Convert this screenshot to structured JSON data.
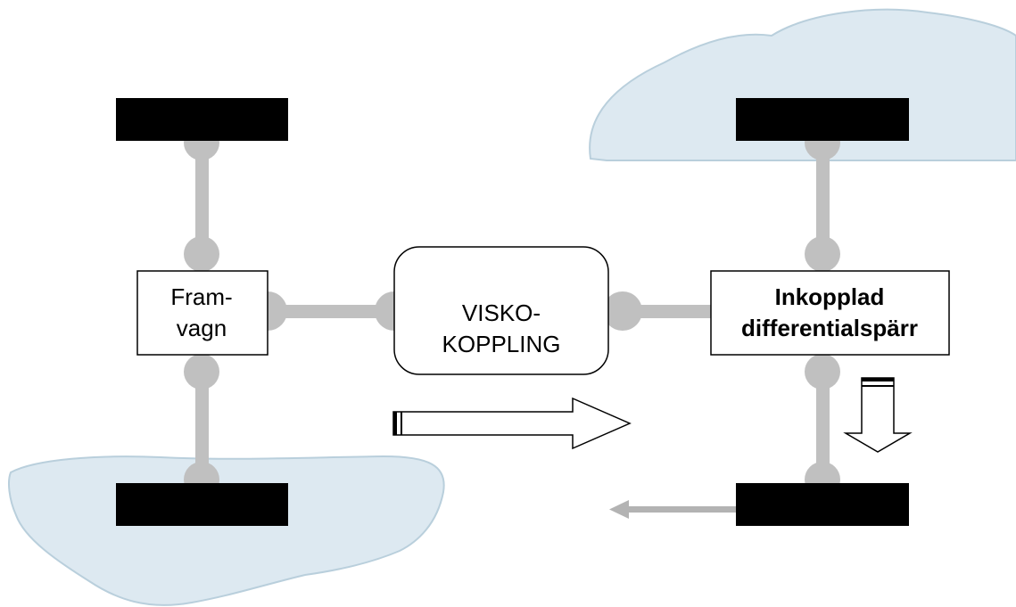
{
  "diagram": {
    "front_box": {
      "line1": "Fram-",
      "line2": "vagn"
    },
    "visco_box": {
      "line1": "VISKO-",
      "line2": "KOPPLING"
    },
    "rear_box": {
      "line1": "Inkopplad",
      "line2": "differentialspärr"
    }
  },
  "colors": {
    "shaft": "#c0c0c0",
    "ice": "#dde9f1",
    "ice_edge": "#b9cfdc",
    "wheel": "#000000",
    "box_fill": "#ffffff",
    "box_stroke": "#000000"
  }
}
